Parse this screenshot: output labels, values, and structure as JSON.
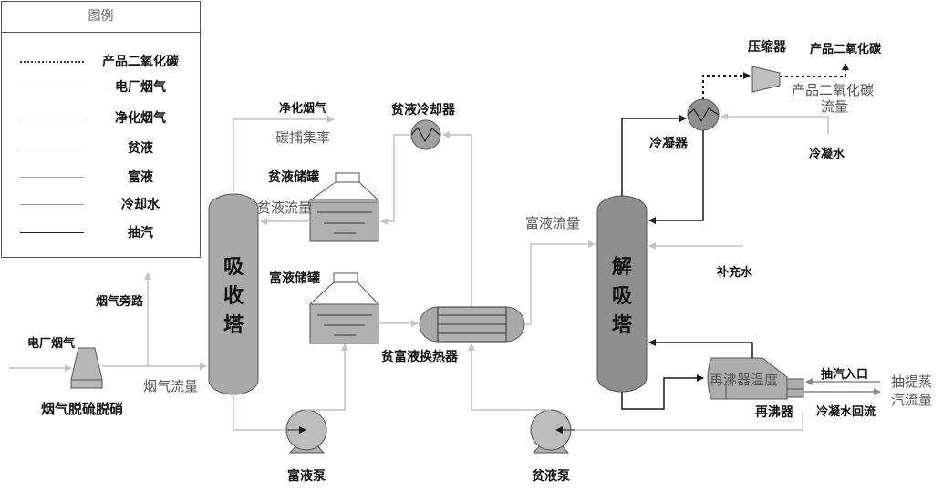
{
  "legend": {
    "title": "图例",
    "items": [
      {
        "label": "产品二氧化碳",
        "style": "dashed",
        "color": "#333333"
      },
      {
        "label": "电厂烟气",
        "style": "solid",
        "color": "#bbbbbb"
      },
      {
        "label": "净化烟气",
        "style": "solid",
        "color": "#bbbbbb"
      },
      {
        "label": "贫液",
        "style": "solid",
        "color": "#aaaaaa"
      },
      {
        "label": "富液",
        "style": "solid",
        "color": "#aaaaaa"
      },
      {
        "label": "冷却水",
        "style": "solid",
        "color": "#999999"
      },
      {
        "label": "抽汽",
        "style": "solid",
        "color": "#222222"
      }
    ]
  },
  "equipment": {
    "absorber": "吸收塔",
    "stripper": "解吸塔",
    "fgd": "烟气脱硫脱硝",
    "lean_tank": "贫液储罐",
    "rich_tank": "富液储罐",
    "lean_cooler": "贫液冷却器",
    "heat_exchanger": "贫富液换热器",
    "rich_pump": "富液泵",
    "lean_pump": "贫液泵",
    "condenser": "冷凝器",
    "compressor": "压缩器",
    "reboiler": "再沸器"
  },
  "streams": {
    "plant_flue_gas": "电厂烟气",
    "flue_gas_bypass": "烟气旁路",
    "clean_flue_gas": "净化烟气",
    "product_co2": "产品二氧化碳",
    "cooling_water": "冷凝水",
    "makeup_water": "补充水",
    "steam_inlet": "抽汽入口",
    "condensate_return": "冷凝水回流"
  },
  "variables": {
    "flue_gas_flow": "烟气流量",
    "capture_rate": "碳捕集率",
    "lean_flow": "贫液流量",
    "rich_flow": "富液流量",
    "product_co2_flow_line1": "产品二氧化碳",
    "product_co2_flow_line2": "流量",
    "reboiler_temp": "再沸器温度",
    "steam_flow_line1": "抽提蒸",
    "steam_flow_line2": "汽流量"
  },
  "colors": {
    "equipment_fill": "#a9a9a9",
    "tank_fill": "#b5b5b5",
    "light_line": "#c4c4c4",
    "dark_line": "#1a1a1a"
  }
}
